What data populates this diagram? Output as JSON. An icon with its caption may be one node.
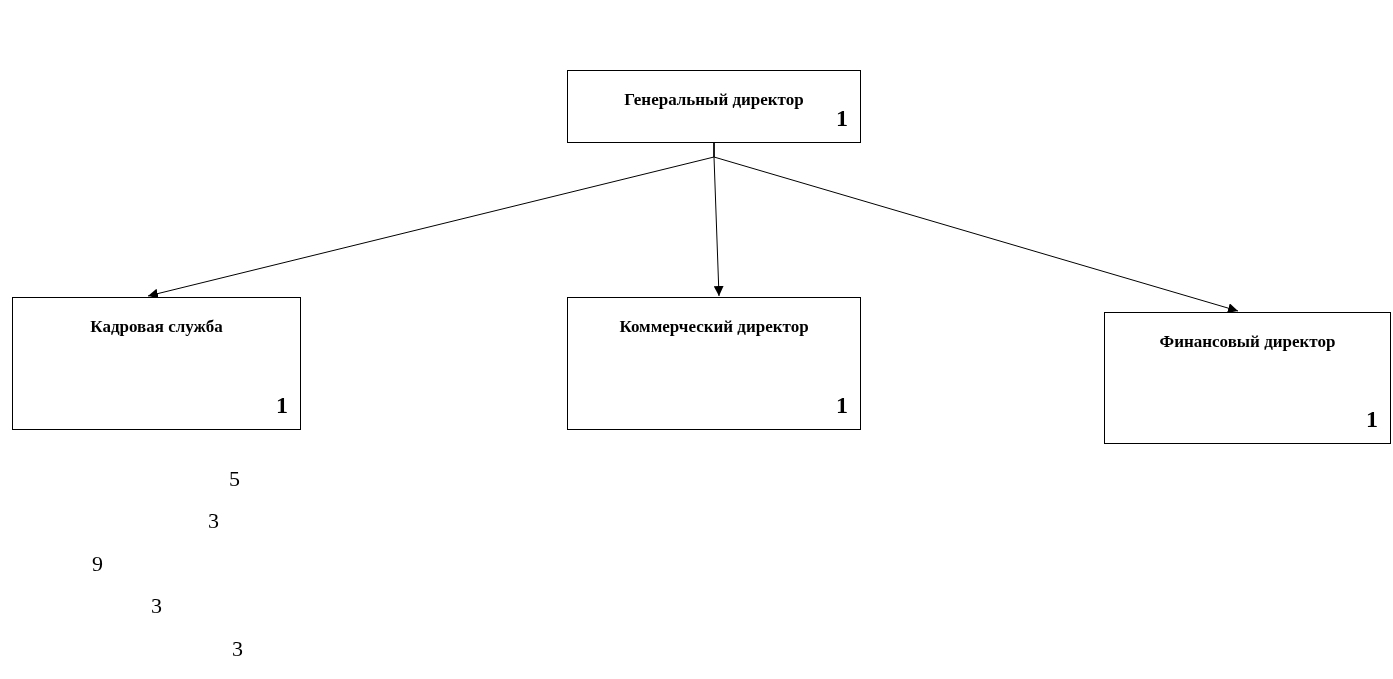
{
  "diagram": {
    "nodes": [
      {
        "text": [
          "Генеральный директор",
          "1"
        ]
      },
      {
        "text": [
          "Кадровая служба",
          "1"
        ]
      },
      {
        "text": [
          "Коммерческий директор",
          "1"
        ]
      },
      {
        "text": [
          "Финансовый директор",
          "1"
        ]
      }
    ],
    "edges": [
      {
        "from": 0,
        "to": 1,
        "arrow": "to"
      },
      {
        "from": 0,
        "to": 2,
        "arrow": "to"
      },
      {
        "from": 0,
        "to": 3,
        "arrow": "to"
      }
    ],
    "labels": [
      "5",
      "3",
      "9",
      "3",
      "3"
    ]
  }
}
